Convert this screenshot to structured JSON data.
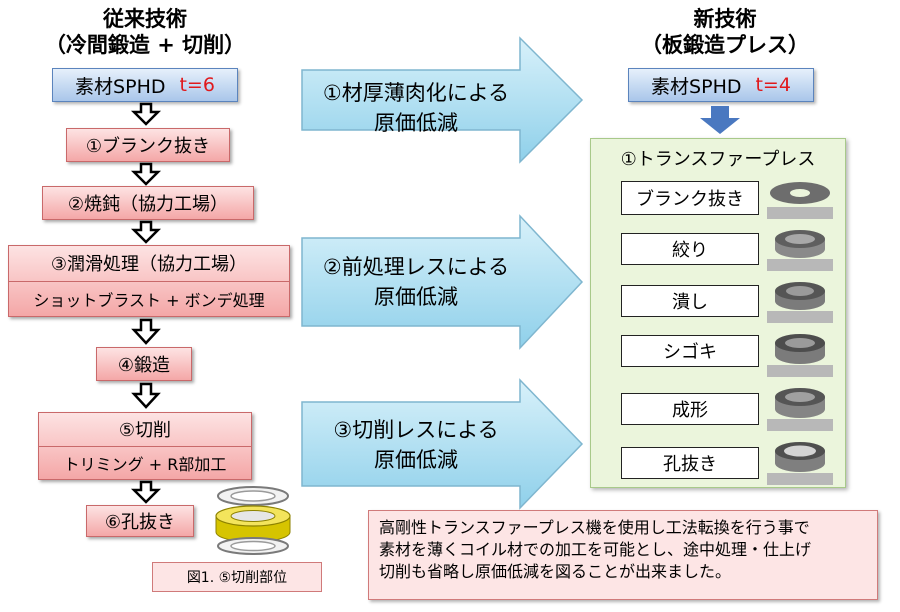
{
  "left": {
    "title_line1": "従来技術",
    "title_line2": "（冷間鍛造 + 切削）",
    "material_label": "素材SPHD",
    "material_thickness": "t=6",
    "steps": [
      {
        "label": "①ブランク抜き"
      },
      {
        "label": "②焼鈍（協力工場）"
      },
      {
        "label": "③潤滑処理（協力工場）",
        "sub": "ショットブラスト + ボンデ処理"
      },
      {
        "label": "④鍛造"
      },
      {
        "label": "⑤切削",
        "sub": "トリミング + R部加工"
      },
      {
        "label": "⑥孔抜き"
      }
    ],
    "figure_caption": "図1. ⑤切削部位"
  },
  "arrows": [
    {
      "line1": "①材厚薄肉化による",
      "line2": "原価低減"
    },
    {
      "line1": "②前処理レスによる",
      "line2": "原価低減"
    },
    {
      "line1": "③切削レスによる",
      "line2": "原価低減"
    }
  ],
  "right": {
    "title_line1": "新技術",
    "title_line2": "（板鍛造プレス）",
    "material_label": "素材SPHD",
    "material_thickness": "t=4",
    "press_title": "①トランスファープレス",
    "press_steps": [
      "ブランク抜き",
      "絞り",
      "潰し",
      "シゴキ",
      "成形",
      "孔抜き"
    ]
  },
  "note": {
    "line1": "高剛性トランスファープレス機を使用し工法転換を行う事で",
    "line2": "素材を薄くコイル材での加工を可能とし、途中処理・仕上げ",
    "line3": "切削も省略し原価低減を図ることが出来ました。"
  },
  "colors": {
    "flow_box": "#f4a7a7",
    "material_box": "#a9c6ea",
    "big_arrow": "#a8dcf0",
    "press_panel": "#ebf5dc",
    "thickness_text": "#e0191c"
  }
}
